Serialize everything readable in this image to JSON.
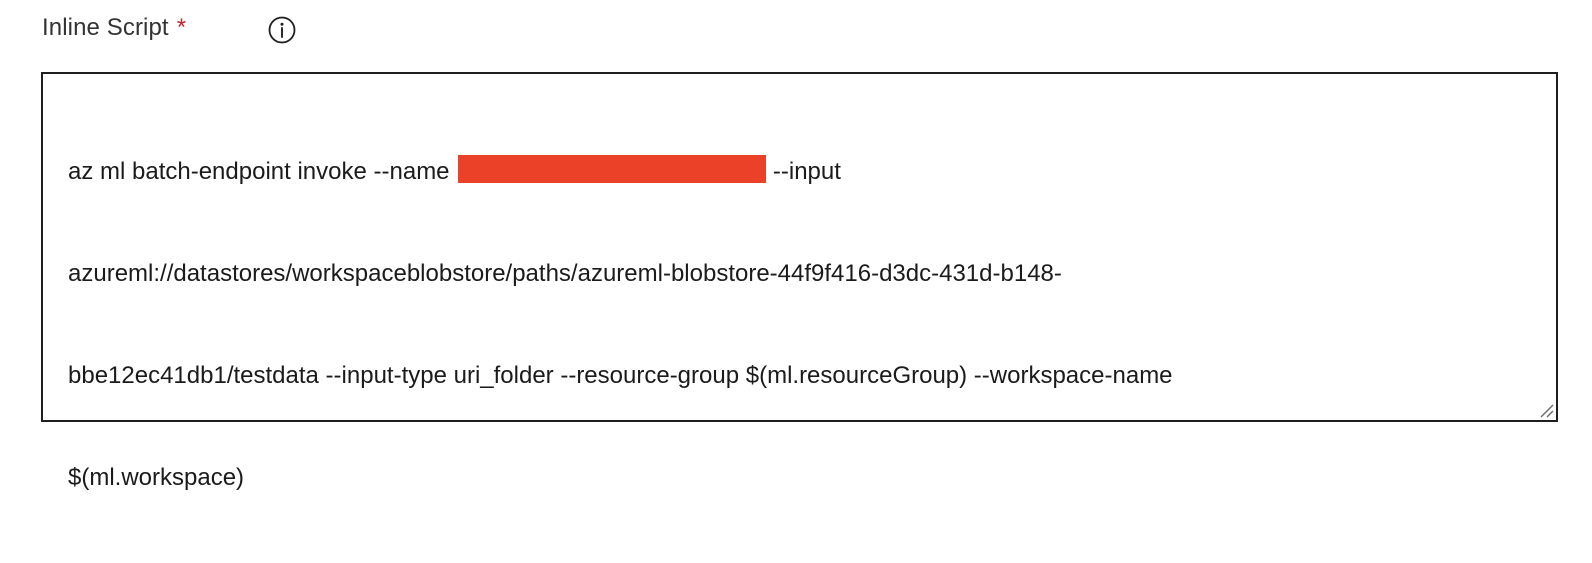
{
  "field": {
    "label": "Inline Script",
    "required_marker": "*",
    "info_icon": "info-icon"
  },
  "script": {
    "line1_before_redaction": "az ml batch-endpoint invoke --name ",
    "line1_after_redaction": " --input",
    "line2": "azureml://datastores/workspaceblobstore/paths/azureml-blobstore-44f9f416-d3dc-431d-b148-",
    "line3": "bbe12ec41db1/testdata --input-type uri_folder --resource-group $(ml.resourceGroup) --workspace-name",
    "line4": "$(ml.workspace)",
    "redaction_color": "#ea4128"
  },
  "icons": {
    "resize": "resize-grip-icon"
  }
}
